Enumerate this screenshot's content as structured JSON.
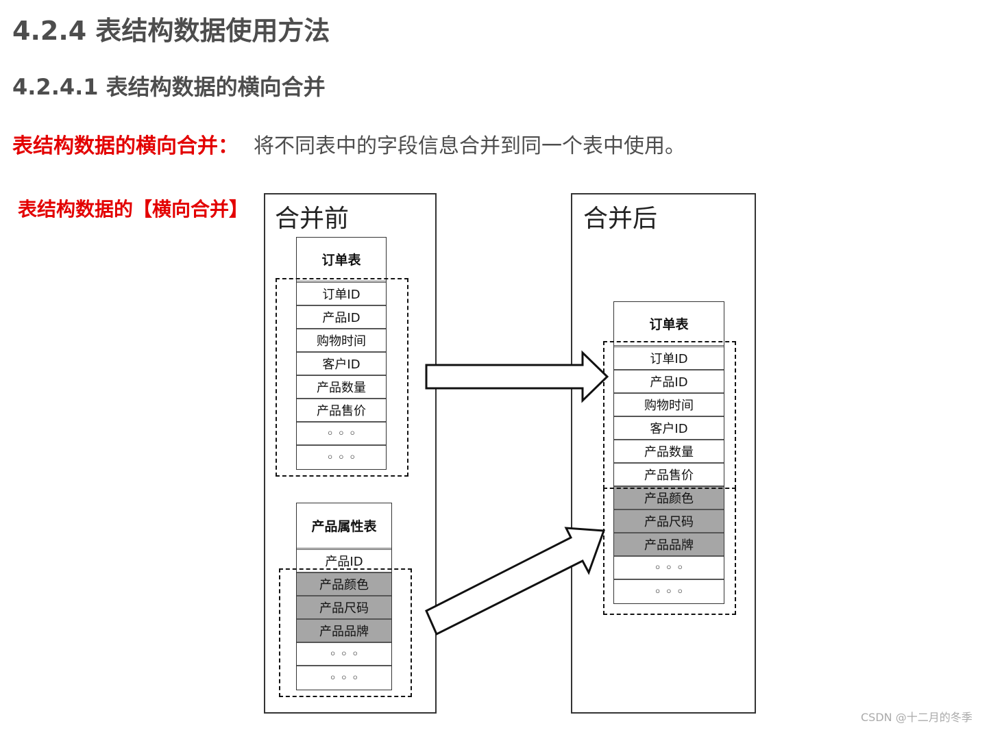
{
  "heading": "4.2.4 表结构数据使用方法",
  "subheading": "4.2.4.1 表结构数据的横向合并",
  "definition": {
    "term": "表结构数据的横向合并：",
    "text": "将不同表中的字段信息合并到同一个表中使用。"
  },
  "figure": {
    "side_caption": "表结构数据的【横向合并】",
    "before": {
      "title": "合并前",
      "orders_table": {
        "header": "订单表",
        "rows": [
          "订单ID",
          "产品ID",
          "购物时间",
          "客户ID",
          "产品数量",
          "产品售价",
          "◦ ◦ ◦",
          "◦ ◦ ◦"
        ]
      },
      "attr_table": {
        "header": "产品属性表",
        "rows": [
          "产品ID",
          "产品颜色",
          "产品尺码",
          "产品品牌",
          "◦ ◦ ◦",
          "◦ ◦ ◦"
        ],
        "gray_rows": [
          1,
          2,
          3
        ]
      }
    },
    "after": {
      "title": "合并后",
      "merged_table": {
        "header": "订单表",
        "rows": [
          "订单ID",
          "产品ID",
          "购物时间",
          "客户ID",
          "产品数量",
          "产品售价",
          "产品颜色",
          "产品尺码",
          "产品品牌",
          "◦ ◦ ◦",
          "◦ ◦ ◦"
        ],
        "gray_rows": [
          6,
          7,
          8
        ]
      }
    }
  },
  "colors": {
    "accent_red": "#e30000",
    "gray_cell": "#a6a6a6",
    "heading": "#4d4d4d"
  },
  "watermark": "CSDN @十二月的冬季"
}
